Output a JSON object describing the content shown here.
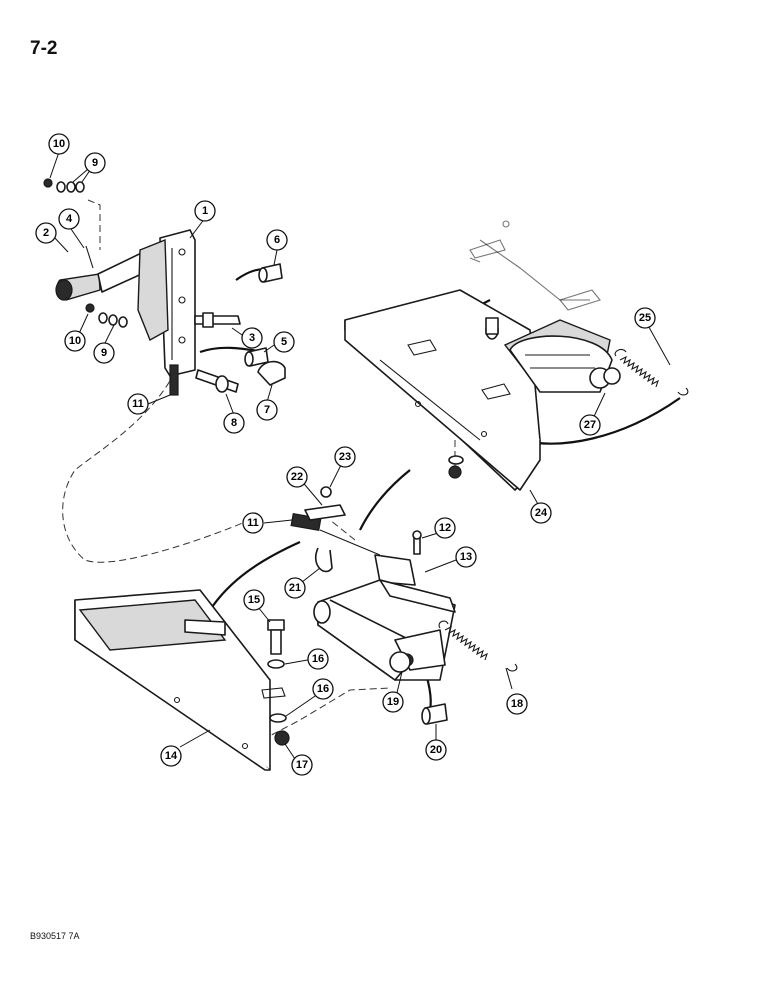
{
  "page": {
    "number": "7-2",
    "figure_code": "B930517 7A"
  },
  "callouts": [
    {
      "id": "c1",
      "label": "1"
    },
    {
      "id": "c2",
      "label": "2"
    },
    {
      "id": "c3",
      "label": "3"
    },
    {
      "id": "c4",
      "label": "4"
    },
    {
      "id": "c5",
      "label": "5"
    },
    {
      "id": "c6",
      "label": "6"
    },
    {
      "id": "c7",
      "label": "7"
    },
    {
      "id": "c8",
      "label": "8"
    },
    {
      "id": "c9a",
      "label": "9"
    },
    {
      "id": "c9b",
      "label": "9"
    },
    {
      "id": "c10a",
      "label": "10"
    },
    {
      "id": "c10b",
      "label": "10"
    },
    {
      "id": "c11a",
      "label": "11"
    },
    {
      "id": "c11b",
      "label": "11"
    },
    {
      "id": "c12",
      "label": "12"
    },
    {
      "id": "c13",
      "label": "13"
    },
    {
      "id": "c14",
      "label": "14"
    },
    {
      "id": "c15",
      "label": "15"
    },
    {
      "id": "c16a",
      "label": "16"
    },
    {
      "id": "c16b",
      "label": "16"
    },
    {
      "id": "c17",
      "label": "17"
    },
    {
      "id": "c18",
      "label": "18"
    },
    {
      "id": "c19",
      "label": "19"
    },
    {
      "id": "c20",
      "label": "20"
    },
    {
      "id": "c21",
      "label": "21"
    },
    {
      "id": "c22",
      "label": "22"
    },
    {
      "id": "c23",
      "label": "23"
    },
    {
      "id": "c24",
      "label": "24"
    },
    {
      "id": "c25",
      "label": "25"
    },
    {
      "id": "c27",
      "label": "27"
    }
  ]
}
